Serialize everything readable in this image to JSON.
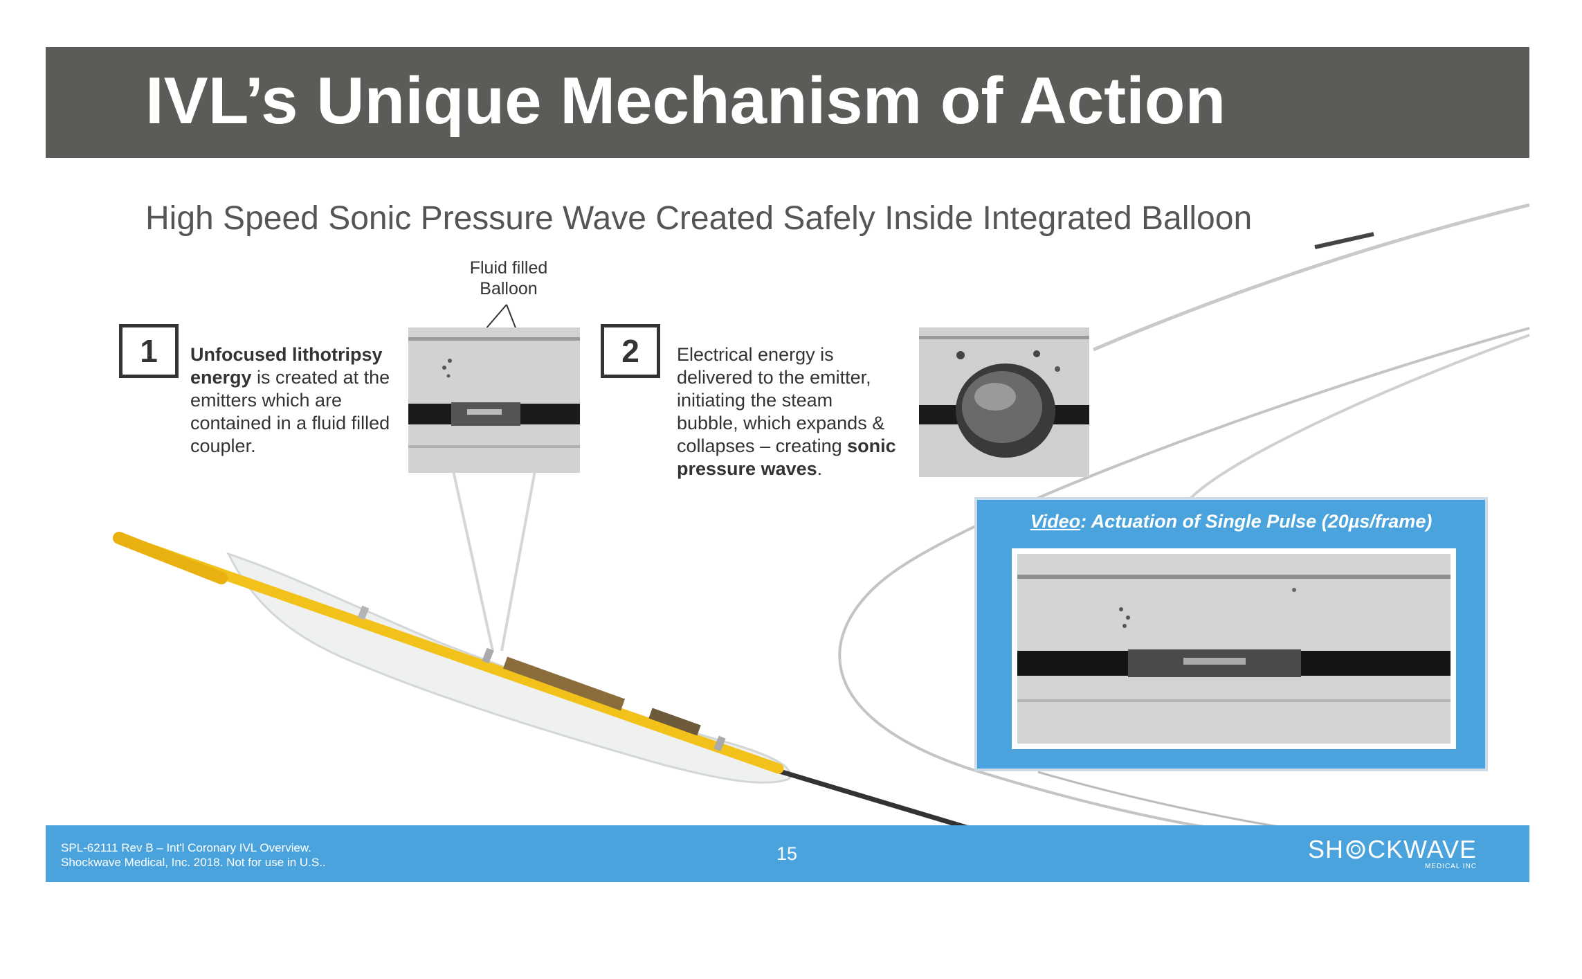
{
  "header": {
    "title": "IVL’s Unique Mechanism of Action"
  },
  "subtitle": "High Speed Sonic Pressure Wave Created Safely Inside Integrated Balloon",
  "callout": {
    "line1": "Fluid filled",
    "line2": "Balloon"
  },
  "steps": [
    {
      "number": "1",
      "bold": "Unfocused lithotripsy energy",
      "rest": " is created at the emitters which are contained in a fluid filled coupler."
    },
    {
      "number": "2",
      "pre": "Electrical energy is delivered to the emitter, initiating the steam bubble, which expands & collapses – creating ",
      "bold": "sonic pressure waves",
      "post": "."
    }
  ],
  "video": {
    "label": "Video",
    "caption": ": Actuation of Single Pulse (20µs/frame)"
  },
  "footer": {
    "line1": "SPL-62111 Rev B – Int'l Coronary IVL Overview.",
    "line2": "Shockwave Medical, Inc. 2018. Not for use in U.S..",
    "page_number": "15",
    "logo_pre": "SH",
    "logo_post": "CKWAVE",
    "logo_sub": "MEDICAL INC"
  },
  "colors": {
    "title_bar": "#5b5c58",
    "accent_blue": "#4aa3dd",
    "catheter_yellow": "#f2c21b"
  }
}
